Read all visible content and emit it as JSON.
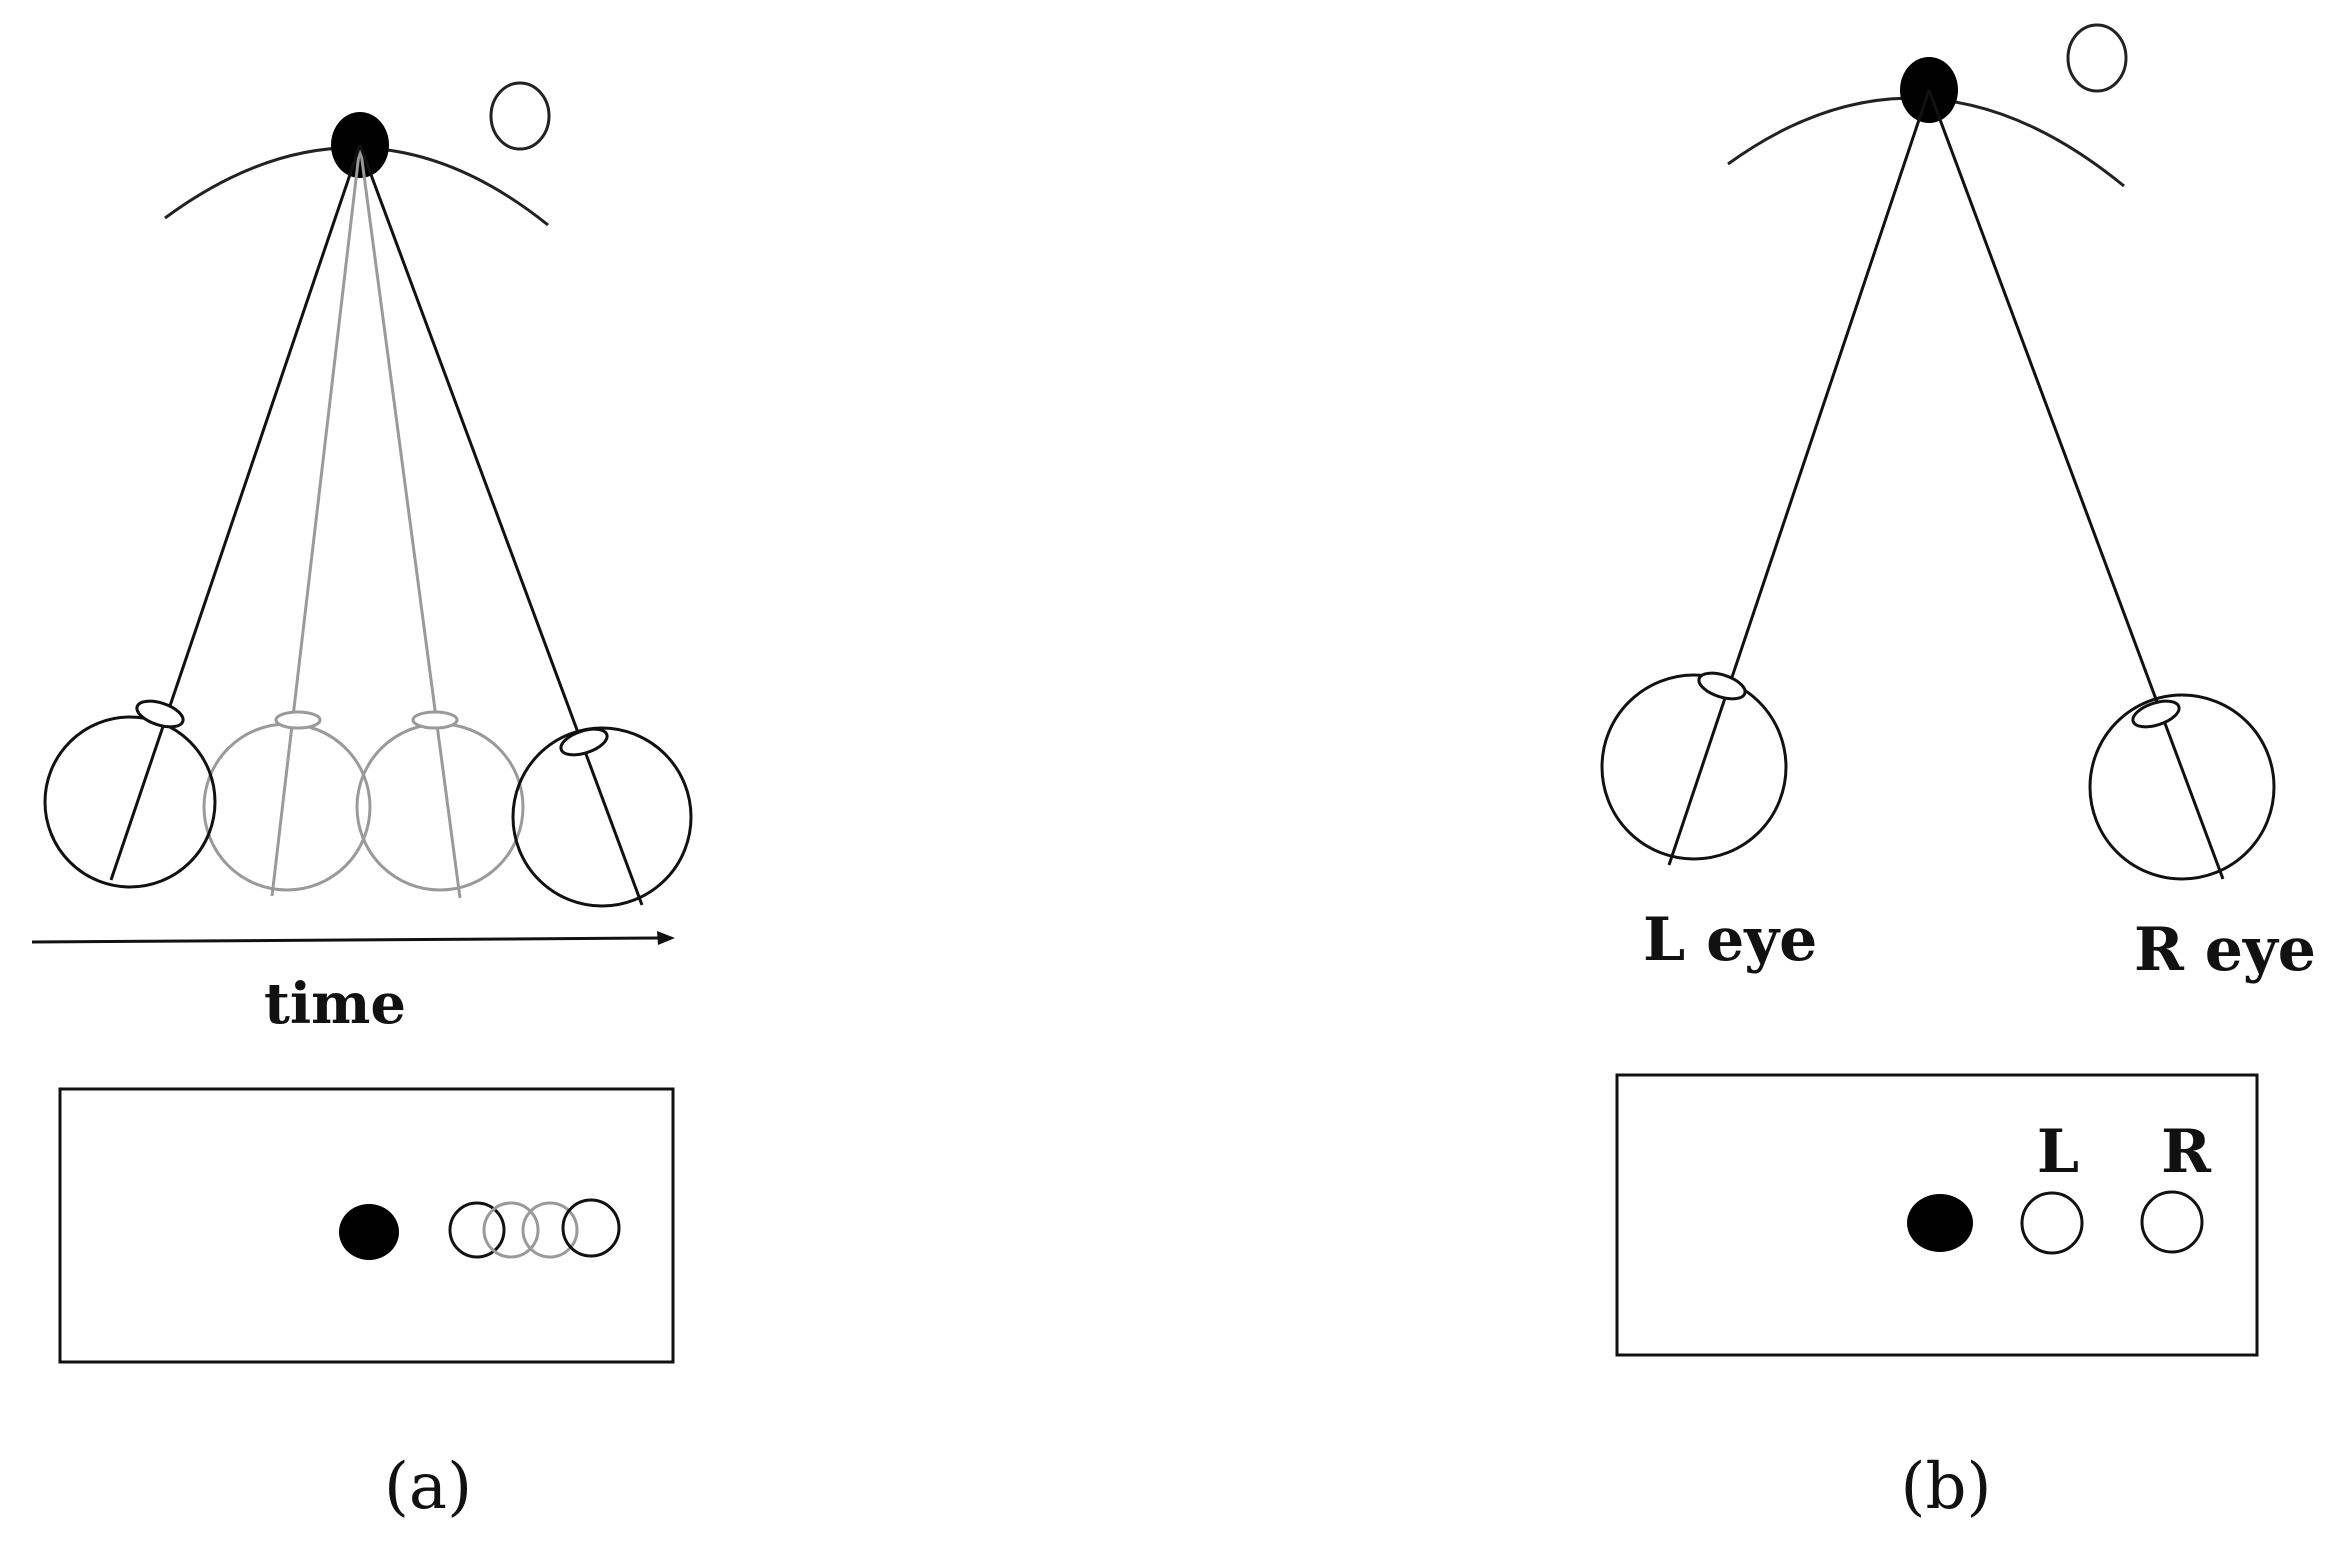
{
  "panel_a": {
    "time_label": "time",
    "caption": "(a)"
  },
  "panel_b": {
    "left_eye_label": "L eye",
    "right_eye_label": "R eye",
    "box_left_label": "L",
    "box_right_label": "R",
    "caption": "(b)"
  }
}
